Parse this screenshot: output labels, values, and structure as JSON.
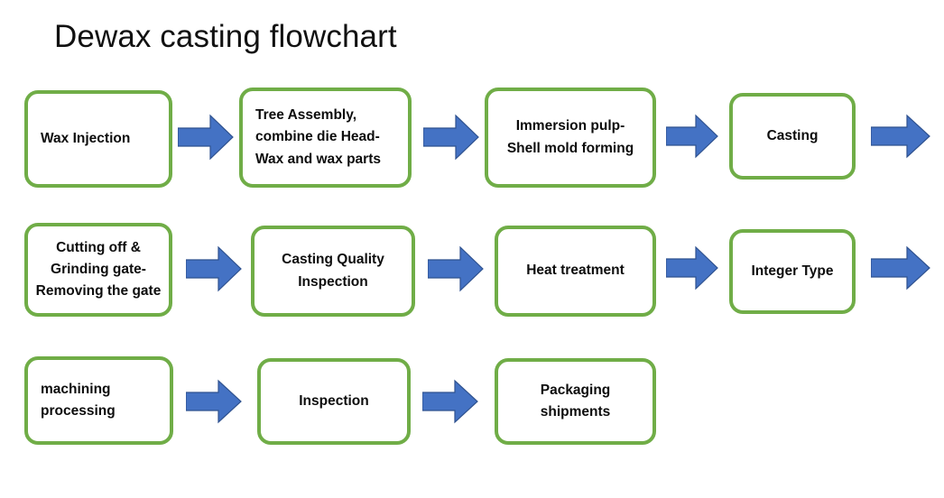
{
  "title": "Dewax casting flowchart",
  "theme": {
    "background": "#FFFFFF",
    "box_border": "#70AD47",
    "box_fill": "#FFFFFF",
    "arrow_fill": "#4472C4",
    "arrow_outline": "#2F528F",
    "text": "#0D0D0D"
  },
  "flowchart": {
    "type": "process-flow",
    "rows": [
      {
        "row_index": 1,
        "nodes": [
          {
            "id": "wax-injection",
            "label": "Wax Injection",
            "align": "left"
          },
          {
            "id": "tree-assembly",
            "label": "Tree Assembly,\ncombine die Head-\nWax and wax parts",
            "align": "left"
          },
          {
            "id": "immersion-pulp",
            "label": "Immersion pulp-\nShell mold forming",
            "align": "center"
          },
          {
            "id": "casting",
            "label": "Casting",
            "align": "center"
          }
        ],
        "trailing_arrow": true
      },
      {
        "row_index": 2,
        "nodes": [
          {
            "id": "cutting-grinding",
            "label": "Cutting off &\nGrinding gate-\nRemoving the gate",
            "align": "center"
          },
          {
            "id": "casting-quality-inspection",
            "label": "Casting Quality\nInspection",
            "align": "center"
          },
          {
            "id": "heat-treatment",
            "label": "Heat treatment",
            "align": "center"
          },
          {
            "id": "integer-type",
            "label": "Integer Type",
            "align": "center"
          }
        ],
        "trailing_arrow": true
      },
      {
        "row_index": 3,
        "nodes": [
          {
            "id": "machining-processing",
            "label": "machining\nprocessing",
            "align": "left"
          },
          {
            "id": "inspection",
            "label": "Inspection",
            "align": "center"
          },
          {
            "id": "packaging-shipments",
            "label": "Packaging\nshipments",
            "align": "center"
          }
        ],
        "trailing_arrow": false
      }
    ],
    "arrow_count": 10,
    "node_count": 11
  }
}
